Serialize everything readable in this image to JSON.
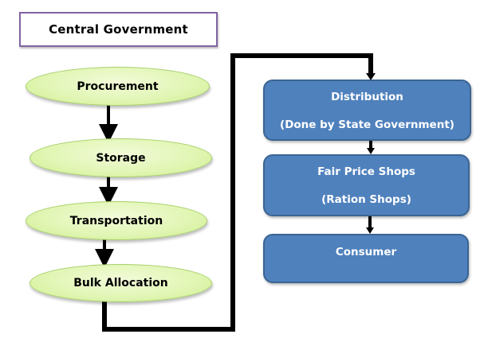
{
  "diagram": {
    "header": {
      "label": "Central Government",
      "border_color": "#8064A2"
    },
    "central_steps": [
      {
        "label": "Procurement"
      },
      {
        "label": "Storage"
      },
      {
        "label": "Transportation"
      },
      {
        "label": "Bulk Allocation"
      }
    ],
    "state_steps": [
      {
        "title": "Distribution",
        "subtitle": "(Done by State Government)"
      },
      {
        "title": "Fair Price Shops",
        "subtitle": "(Ration Shops)"
      },
      {
        "title": "Consumer",
        "subtitle": ""
      }
    ],
    "colors": {
      "ellipse_fill": "#e2f6b6",
      "box_fill": "#4f81bd",
      "connector": "#000000"
    }
  }
}
